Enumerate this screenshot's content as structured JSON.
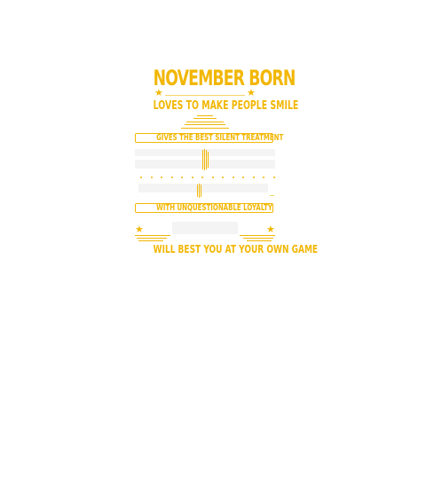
{
  "design": {
    "title": "NOVEMBER BORN",
    "line1": "LOVES TO MAKE PEOPLE SMILE",
    "box1": "GIVES THE BEST SILENT TREATMENT",
    "box2": "WITH UNQUESTIONABLE LOYALTY",
    "line_last": "WILL BEST YOU AT YOUR OWN GAME",
    "star_glyph": "★",
    "accent_color": "#f2b705"
  }
}
